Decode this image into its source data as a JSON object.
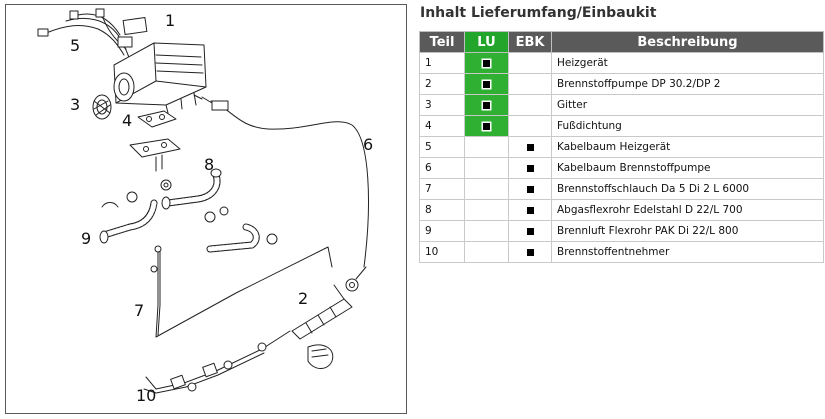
{
  "title": "Inhalt Lieferumfang/Einbaukit",
  "table": {
    "headers": [
      "Teil",
      "LU",
      "EBK",
      "Beschreibung"
    ],
    "rows": [
      {
        "teil": "1",
        "lu": true,
        "ebk": false,
        "beschreibung": "Heizgerät"
      },
      {
        "teil": "2",
        "lu": true,
        "ebk": false,
        "beschreibung": "Brennstoffpumpe DP 30.2/DP 2"
      },
      {
        "teil": "3",
        "lu": true,
        "ebk": false,
        "beschreibung": "Gitter"
      },
      {
        "teil": "4",
        "lu": true,
        "ebk": false,
        "beschreibung": "Fußdichtung"
      },
      {
        "teil": "5",
        "lu": false,
        "ebk": true,
        "beschreibung": "Kabelbaum Heizgerät"
      },
      {
        "teil": "6",
        "lu": false,
        "ebk": true,
        "beschreibung": "Kabelbaum Brennstoffpumpe"
      },
      {
        "teil": "7",
        "lu": false,
        "ebk": true,
        "beschreibung": "Brennstoffschlauch Da 5 Di 2 L 6000"
      },
      {
        "teil": "8",
        "lu": false,
        "ebk": true,
        "beschreibung": "Abgasflexrohr Edelstahl D 22/L 700"
      },
      {
        "teil": "9",
        "lu": false,
        "ebk": true,
        "beschreibung": "Brennluft Flexrohr PAK Di 22/L 800"
      },
      {
        "teil": "10",
        "lu": false,
        "ebk": true,
        "beschreibung": "Brennstoffentnehmer"
      }
    ]
  },
  "diagram": {
    "callouts": [
      "1",
      "2",
      "3",
      "4",
      "5",
      "6",
      "7",
      "8",
      "9",
      "10"
    ]
  },
  "colors": {
    "lu_green": "#2fb032",
    "header_gray": "#5a5a5a"
  }
}
